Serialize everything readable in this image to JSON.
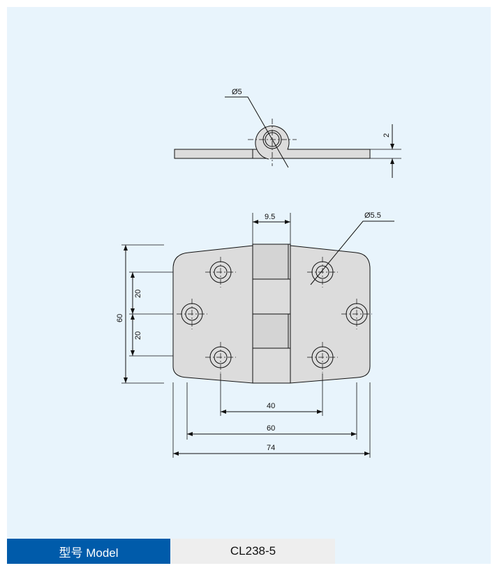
{
  "drawing": {
    "side_view": {
      "pin_diameter": "Ø5",
      "thickness": "2"
    },
    "front_view": {
      "knuckle_width": "9.5",
      "hole_diameter": "Ø5.5",
      "height": "60",
      "hole_spacing_upper": "20",
      "hole_spacing_lower": "20",
      "inner_hole_span": "40",
      "outer_hole_span": "60",
      "overall_width": "74"
    }
  },
  "model": {
    "label": "型号 Model",
    "value": "CL238-5"
  }
}
